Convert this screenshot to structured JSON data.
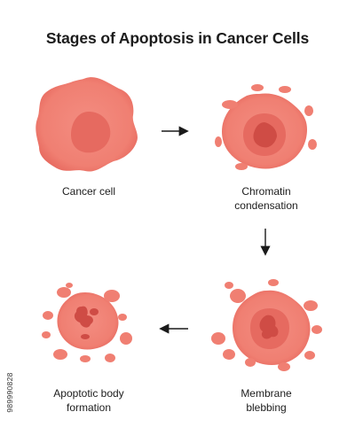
{
  "title": "Stages of Apoptosis in Cancer Cells",
  "stages": [
    {
      "label_lines": [
        "Cancer cell"
      ]
    },
    {
      "label_lines": [
        "Chromatin",
        "condensation"
      ]
    },
    {
      "label_lines": [
        "Membrane",
        "blebbing"
      ]
    },
    {
      "label_lines": [
        "Apoptotic body",
        "formation"
      ]
    }
  ],
  "watermark": {
    "id": "989990828"
  },
  "colors": {
    "cytoplasm": "#f07f72",
    "cytoplasm_edge": "#e4665b",
    "nucleus": "#e66a60",
    "chromatin": "#cf4c45",
    "arrow": "#1a1a1a"
  }
}
